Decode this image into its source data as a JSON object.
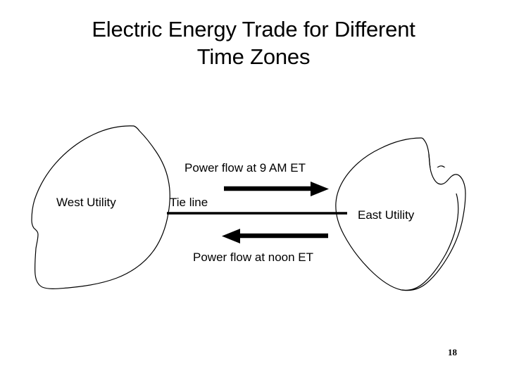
{
  "slide": {
    "title": "Electric Energy Trade for Different\nTime Zones",
    "page_number": "18",
    "background_color": "#ffffff",
    "ink_color": "#000000"
  },
  "diagram": {
    "type": "block-flow",
    "regions": [
      {
        "id": "west",
        "label": "West Utility",
        "shape": "hand-drawn-blob"
      },
      {
        "id": "east",
        "label": "East Utility",
        "shape": "hand-drawn-blob-with-notch"
      }
    ],
    "connector": {
      "label": "Tie line",
      "style": "thick-horizontal-line"
    },
    "flows": [
      {
        "id": "flow-top",
        "label": "Power flow at 9 AM ET",
        "direction": "west-to-east",
        "arrow": "right-arrow"
      },
      {
        "id": "flow-bottom",
        "label": "Power flow at noon ET",
        "direction": "east-to-west",
        "arrow": "left-arrow"
      }
    ]
  }
}
